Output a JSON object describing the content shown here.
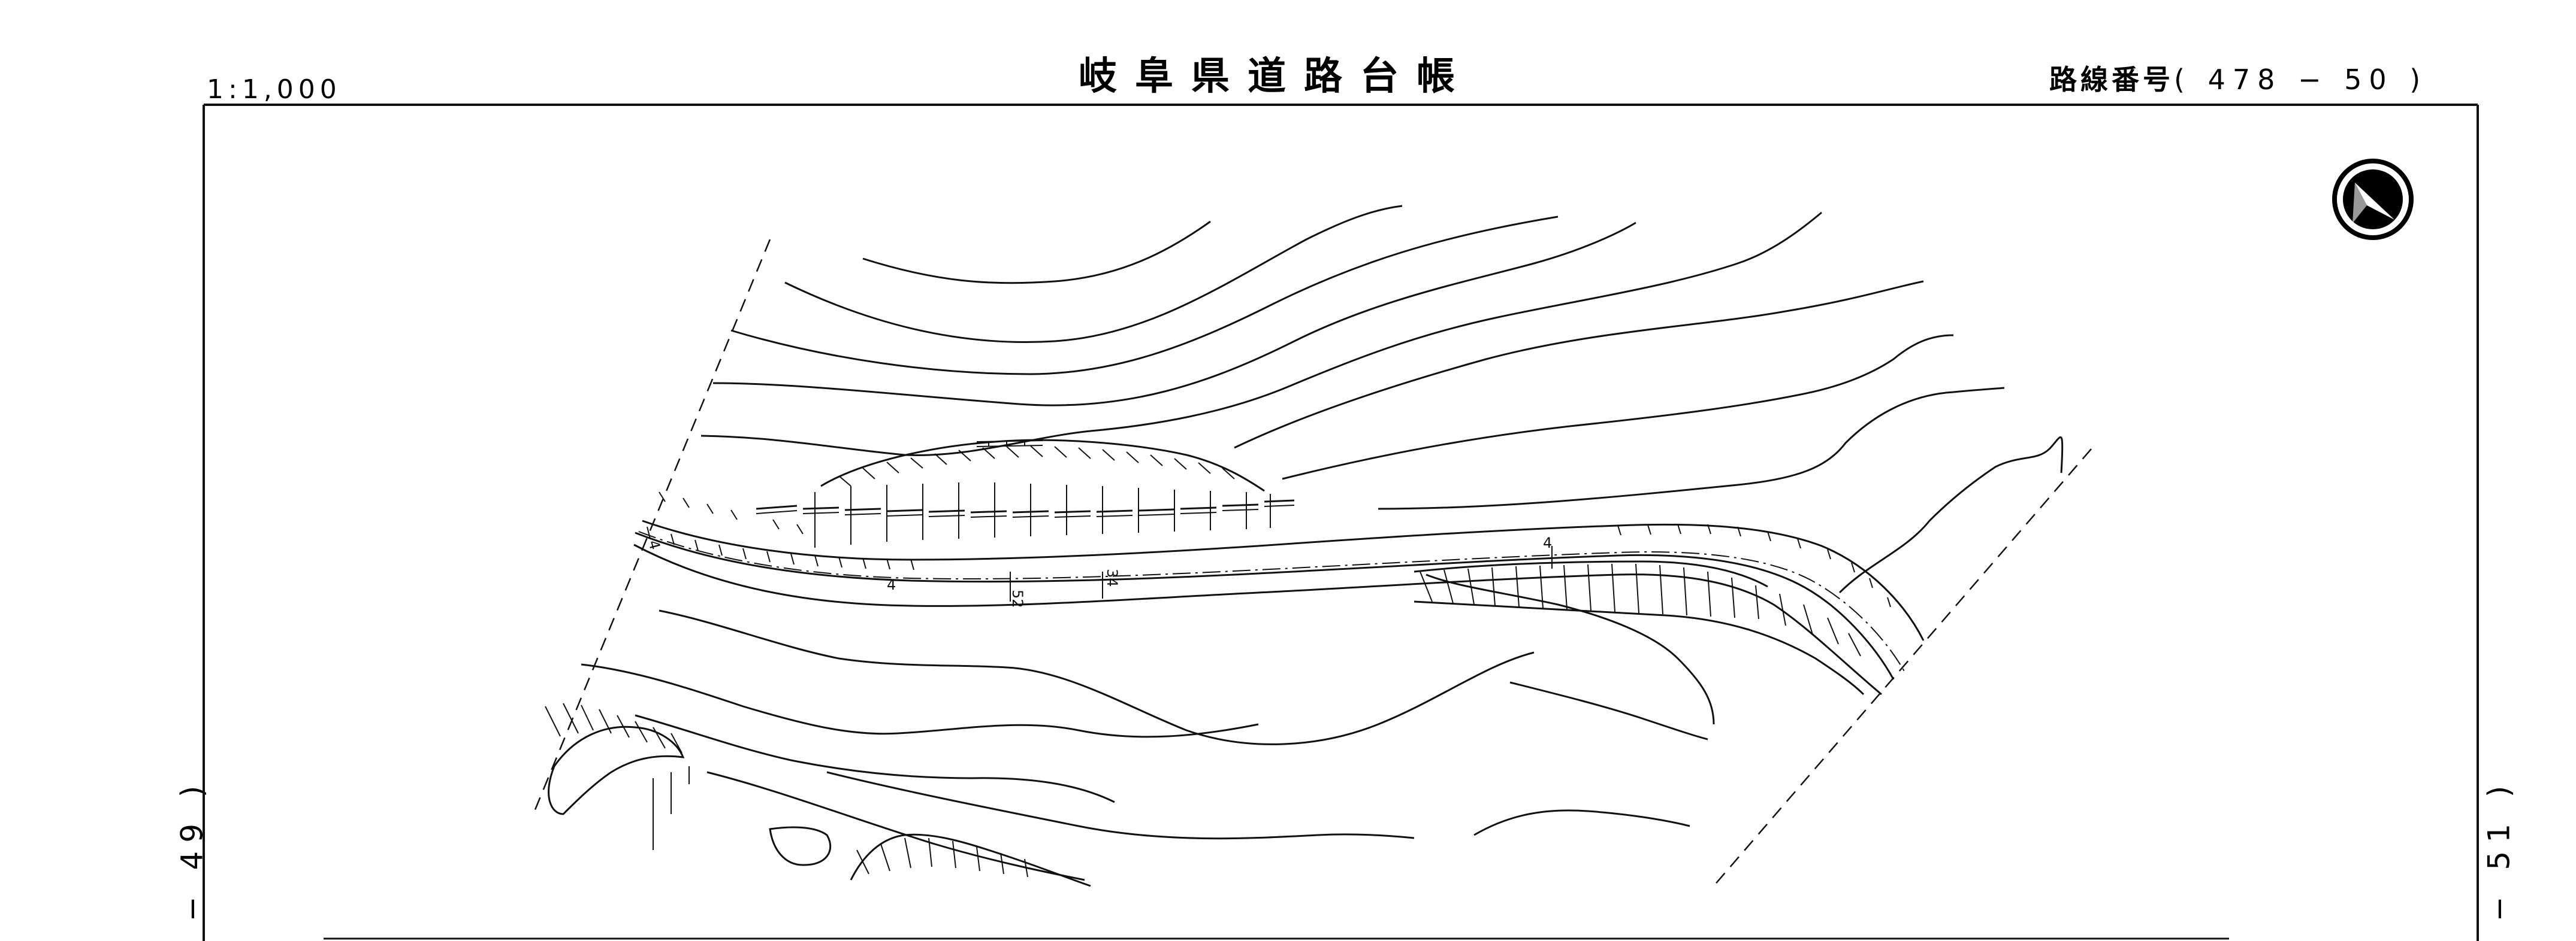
{
  "header": {
    "scale": "1:1,000",
    "title": "岐阜県道路台帳",
    "route_label": "路線番号",
    "route_number": "( 478 − 50 )"
  },
  "sheet_refs": {
    "prev": "− 49 )",
    "next": "− 51 )"
  },
  "map": {
    "road_labels": [
      "4",
      "4",
      "52",
      "34",
      "4"
    ],
    "north_arrow": "north-arrow-icon"
  }
}
